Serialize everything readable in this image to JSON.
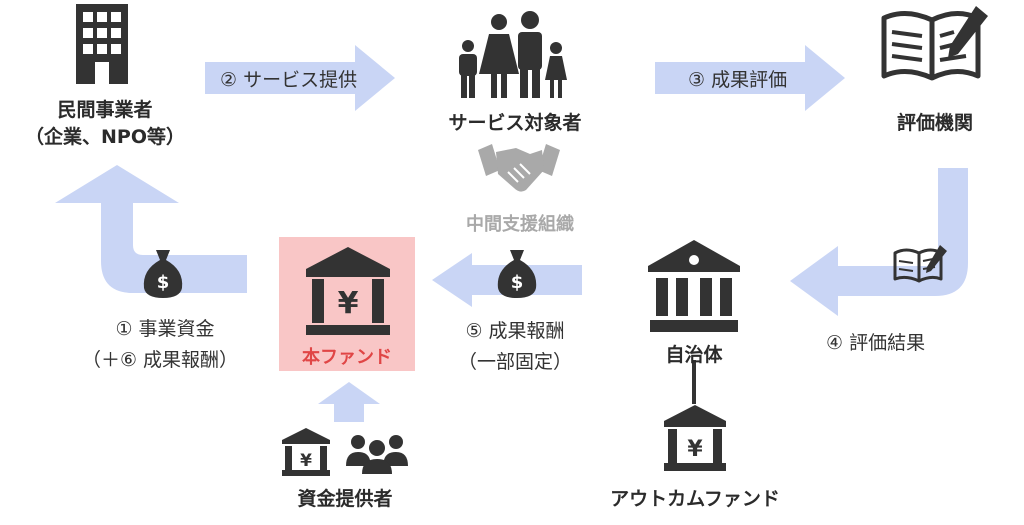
{
  "nodes": {
    "private_business_line1": "民間事業者",
    "private_business_line2": "（企業、NPO等）",
    "service_target": "サービス対象者",
    "evaluation_body": "評価機関",
    "intermediary": "中間支援組織",
    "main_fund": "本ファンド",
    "municipality": "自治体",
    "funders": "資金提供者",
    "outcome_fund": "アウトカムファンド"
  },
  "flows": {
    "service_provision": "② サービス提供",
    "outcome_evaluation": "③ 成果評価",
    "evaluation_result": "④ 評価結果",
    "business_funds_line1": "① 事業資金",
    "business_funds_line2": "（＋⑥ 成果報酬）",
    "outcome_payment_line1": "⑤ 成果報酬",
    "outcome_payment_line2": "（一部固定）"
  },
  "colors": {
    "arrow": "#c9d5f5",
    "icon": "#333333",
    "intermediary": "#a9a9a9",
    "fund_box": "#f9c6c6",
    "fund_text": "#e04646"
  },
  "icons": [
    "building-icon",
    "family-icon",
    "open-book-pen-icon",
    "handshake-icon",
    "money-bag-icon",
    "bank-yen-icon",
    "bank-icon",
    "people-group-icon"
  ]
}
